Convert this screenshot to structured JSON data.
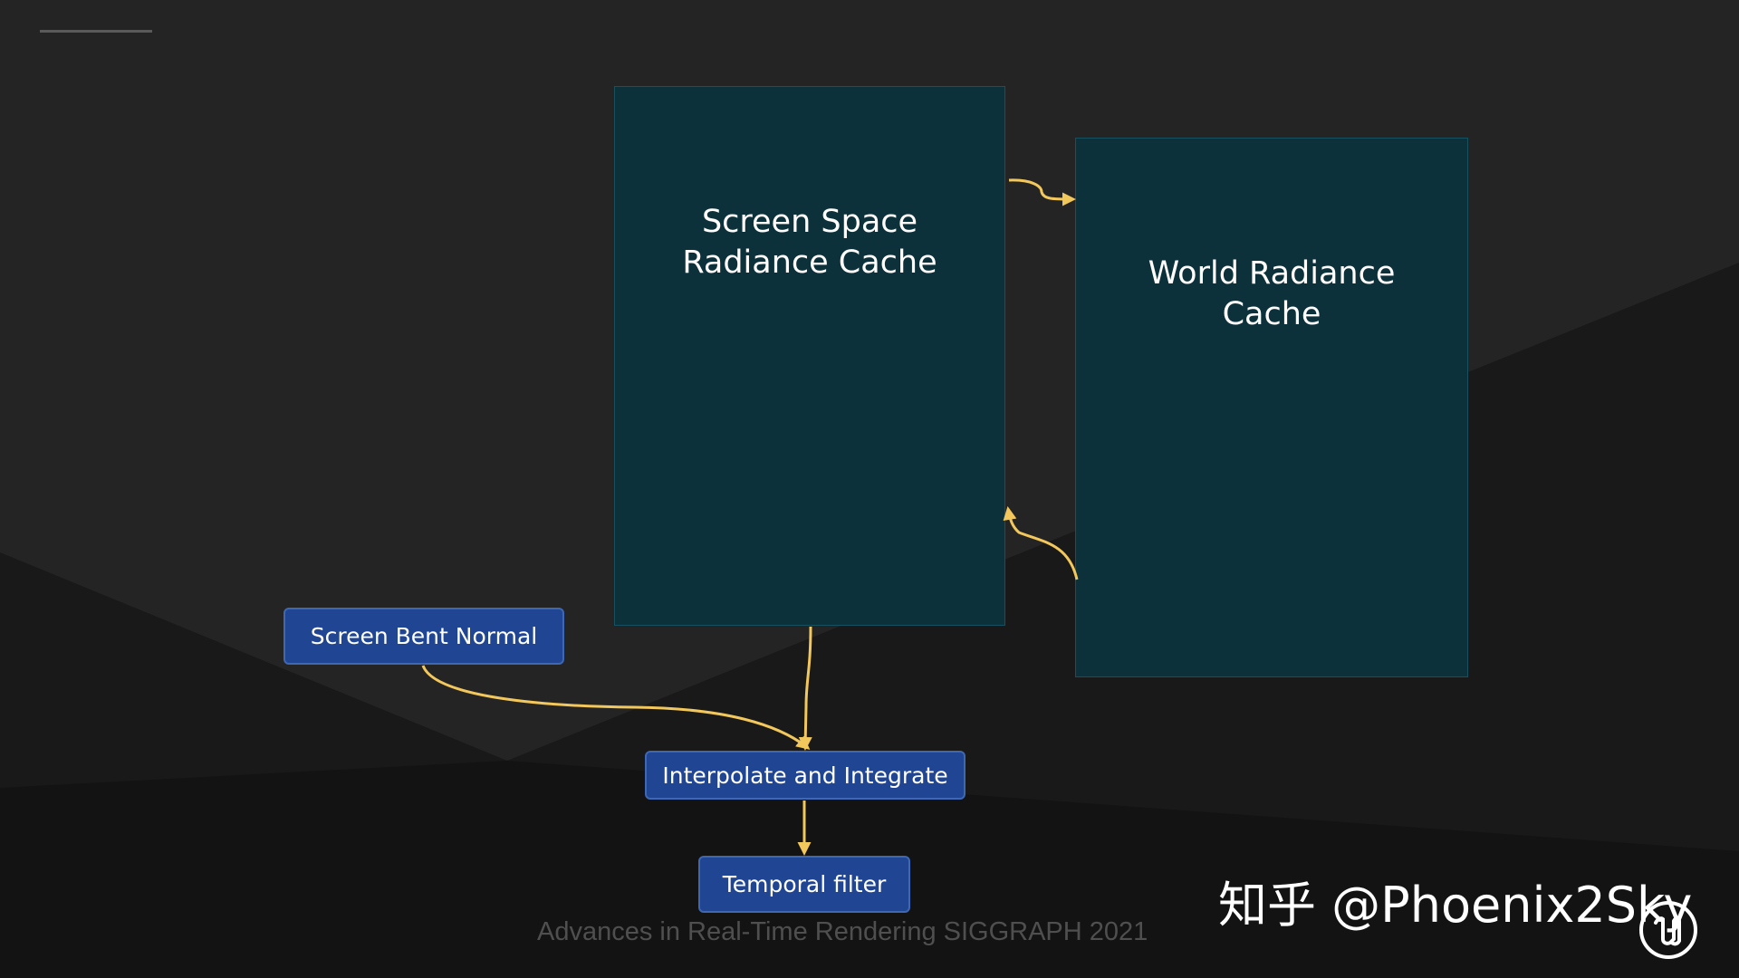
{
  "diagram": {
    "screen_space_cache": {
      "title_line1": "Screen Space",
      "title_line2": "Radiance Cache"
    },
    "world_cache": {
      "title_line1": "World Radiance",
      "title_line2": "Cache"
    },
    "screen_bent_normal": "Screen Bent Normal",
    "interpolate_integrate": "Interpolate and Integrate",
    "temporal_filter": "Temporal filter"
  },
  "footer": "Advances in Real-Time Rendering SIGGRAPH 2021",
  "watermark": "知乎 @Phoenix2Sky",
  "logo_icon": "unreal-engine-logo",
  "colors": {
    "background": "#242424",
    "cache_fill": "#0c313b",
    "box_fill": "#1f4593",
    "arrow": "#f2c75c"
  }
}
